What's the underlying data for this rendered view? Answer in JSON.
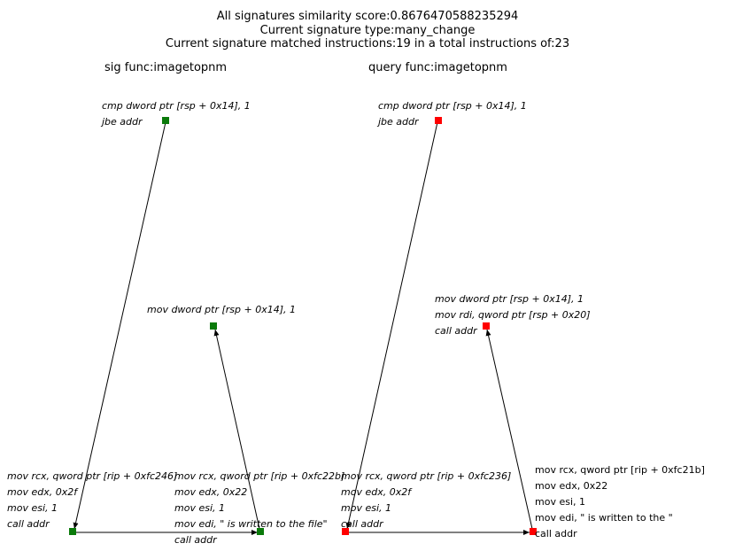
{
  "header": {
    "line1": "All signatures similarity score:0.8676470588235294",
    "line2": "Current signature type:many_change",
    "line3": "Current signature matched instructions:19 in a total instructions of:23"
  },
  "sig": {
    "title": "sig func:imagetopnm",
    "blocks": [
      {
        "lines": [
          "cmp dword ptr [rsp + 0x14], 1",
          "jbe addr"
        ]
      },
      {
        "lines": [
          "mov dword ptr [rsp + 0x14], 1"
        ]
      },
      {
        "lines": [
          "mov rcx, qword ptr [rip + 0xfc246]",
          "mov edx, 0x2f",
          "mov esi, 1",
          "call addr"
        ]
      },
      {
        "lines": [
          "mov rcx, qword ptr [rip + 0xfc22b]",
          "mov edx, 0x22",
          "mov esi, 1",
          "mov edi, \" is written to the file\"",
          "call addr"
        ]
      }
    ]
  },
  "query": {
    "title": "query func:imagetopnm",
    "blocks": [
      {
        "lines": [
          "cmp dword ptr [rsp + 0x14], 1",
          "jbe addr"
        ]
      },
      {
        "lines": [
          "mov dword ptr [rsp + 0x14], 1",
          "mov rdi, qword ptr [rsp + 0x20]",
          "call addr"
        ]
      },
      {
        "lines": [
          "mov rcx, qword ptr [rip + 0xfc236]",
          "mov edx, 0x2f",
          "mov esi, 1",
          "call addr"
        ]
      },
      {
        "lines": [
          "mov rcx, qword ptr [rip + 0xfc21b]",
          "mov edx, 0x22",
          "mov esi, 1",
          "mov edi, \" is written to the \"",
          "call addr"
        ]
      }
    ]
  },
  "colors": {
    "sig_node": "#0a7a0a",
    "query_node": "#ff0000",
    "edge": "#000000"
  }
}
